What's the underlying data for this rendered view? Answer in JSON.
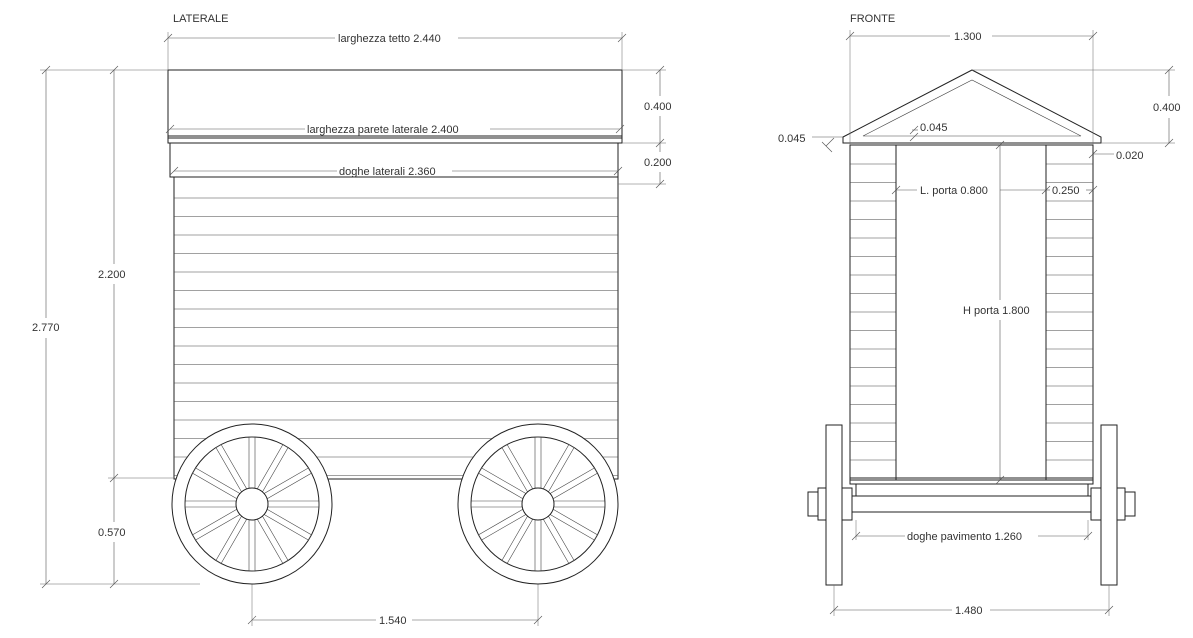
{
  "views": {
    "side": {
      "title": "LATERALE"
    },
    "front": {
      "title": "FRONTE"
    }
  },
  "dimensions": {
    "roof_width": "larghezza tetto 2.440",
    "side_wall_width": "larghezza parete laterale  2.400",
    "side_boards": "doghe laterali 2.360",
    "roof_height": "0.400",
    "band_height": "0.200",
    "wall_height": "2.200",
    "total_height": "2.770",
    "base_height": "0.570",
    "wheelbase": "1.540",
    "front_width": "1.300",
    "front_roof_height": "0.400",
    "eave_left": "0.045",
    "eave_inner": "0.045",
    "eave_right": "0.020",
    "door_width": "L. porta 0.800",
    "door_jamb": "0.250",
    "door_height": "H porta 1.800",
    "floor_boards": "doghe pavimento 1.260",
    "track_width": "1.480"
  }
}
